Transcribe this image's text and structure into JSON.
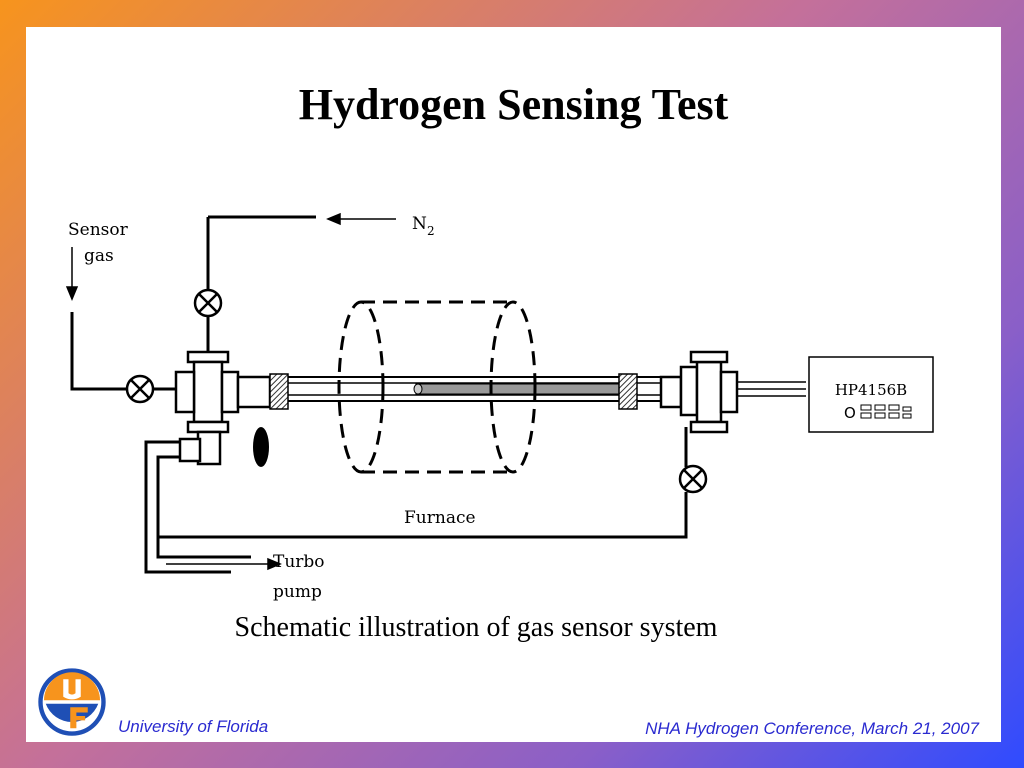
{
  "slide": {
    "title": "Hydrogen Sensing Test",
    "caption": "Schematic illustration of gas sensor system"
  },
  "diagram": {
    "labels": {
      "sensor_gas_line1": "Sensor",
      "sensor_gas_line2": "gas",
      "n2": "N",
      "n2_sub": "2",
      "furnace": "Furnace",
      "turbo_line1": "Turbo",
      "turbo_line2": "pump",
      "analyzer": "HP4156B",
      "analyzer_controls": "O"
    }
  },
  "footer": {
    "left": "University of Florida",
    "right": "NHA Hydrogen Conference, March 21, 2007"
  },
  "colors": {
    "footer_text": "#2a2ad0",
    "logo_orange": "#f7941d",
    "logo_blue": "#1f4fb5"
  },
  "icons": {
    "logo": "university-of-florida-logo"
  }
}
